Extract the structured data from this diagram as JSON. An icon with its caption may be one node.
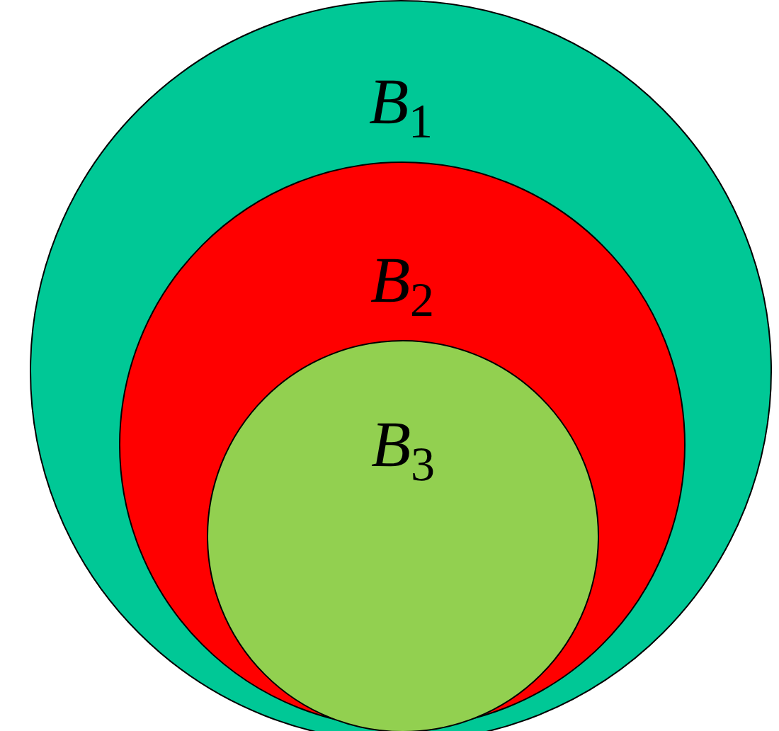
{
  "diagram": {
    "nodes": [
      {
        "text": [
          "*B*$_{1}$"
        ]
      },
      {
        "text": [
          "*B*$_{2}$"
        ],
        "in": 0
      },
      {
        "text": [
          "*B*$_{3}$"
        ],
        "in": 1
      }
    ]
  }
}
